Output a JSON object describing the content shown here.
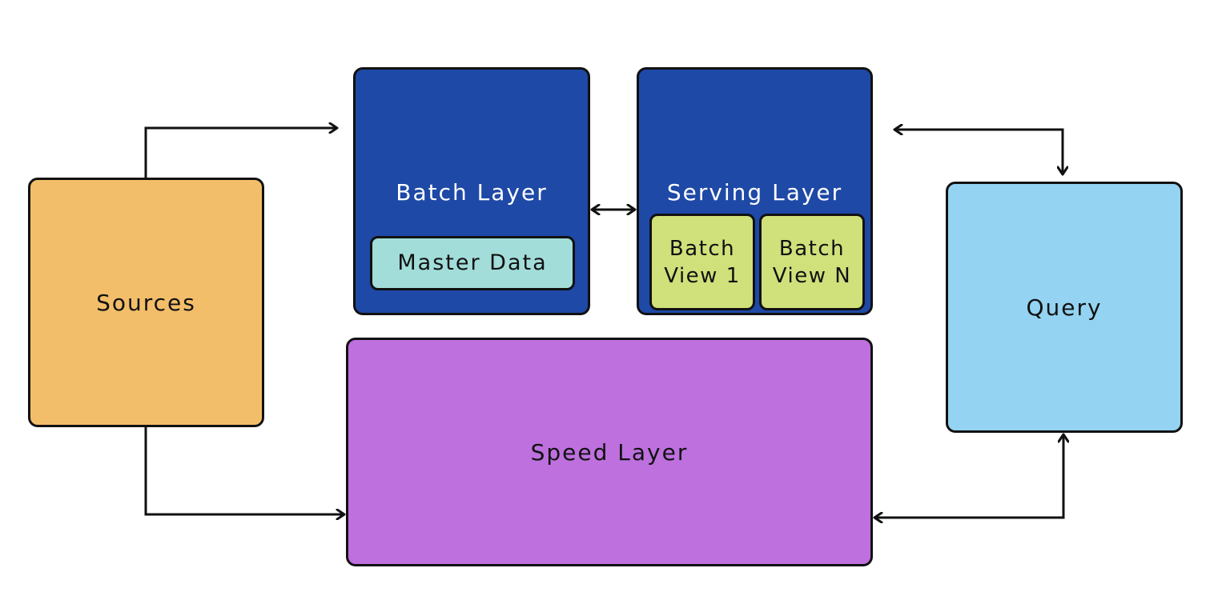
{
  "nodes": {
    "sources": {
      "label": "Sources",
      "color": "#F3BE6A"
    },
    "batch_layer": {
      "label": "Batch Layer",
      "color": "#1E49A6"
    },
    "master_data": {
      "label": "Master Data",
      "color": "#A2DDDA"
    },
    "serving_layer": {
      "label": "Serving Layer",
      "color": "#1E49A6"
    },
    "batch_view_1": {
      "label": "Batch\nView 1",
      "color": "#D0E07A"
    },
    "batch_view_n": {
      "label": "Batch\nView N",
      "color": "#D0E07A"
    },
    "speed_layer": {
      "label": "Speed Layer",
      "color": "#BD70DE"
    },
    "query": {
      "label": "Query",
      "color": "#94D3F1"
    }
  },
  "edges": [
    {
      "from": "sources",
      "to": "batch_layer",
      "direction": "forward"
    },
    {
      "from": "sources",
      "to": "speed_layer",
      "direction": "forward"
    },
    {
      "from": "batch_layer",
      "to": "serving_layer",
      "direction": "both"
    },
    {
      "from": "serving_layer",
      "to": "query",
      "direction": "both"
    },
    {
      "from": "speed_layer",
      "to": "query",
      "direction": "both"
    }
  ]
}
